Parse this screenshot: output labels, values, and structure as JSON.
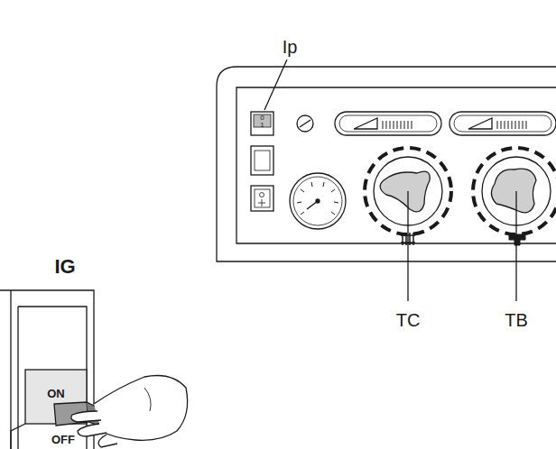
{
  "diagram": {
    "labels": [
      "Ip",
      "0",
      "1",
      "TC",
      "TB",
      "IG",
      "ON",
      "OFF"
    ]
  }
}
